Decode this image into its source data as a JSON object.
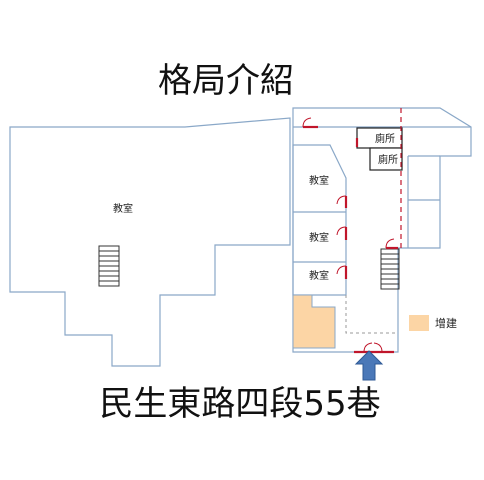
{
  "title": "格局介紹",
  "street": "民生東路四段55巷",
  "rooms": {
    "large_classroom": "教室",
    "classroom_1": "教室",
    "classroom_2": "教室",
    "classroom_3": "教室",
    "restroom_1": "廁所",
    "restroom_2": "廁所"
  },
  "legend": {
    "label": "增建",
    "color": "#fcd5a5"
  },
  "colors": {
    "wall": "#8aa8c8",
    "door": "#c0162b",
    "entrance_arrow": "#4a78b8",
    "addition": "#fcd5a5"
  }
}
